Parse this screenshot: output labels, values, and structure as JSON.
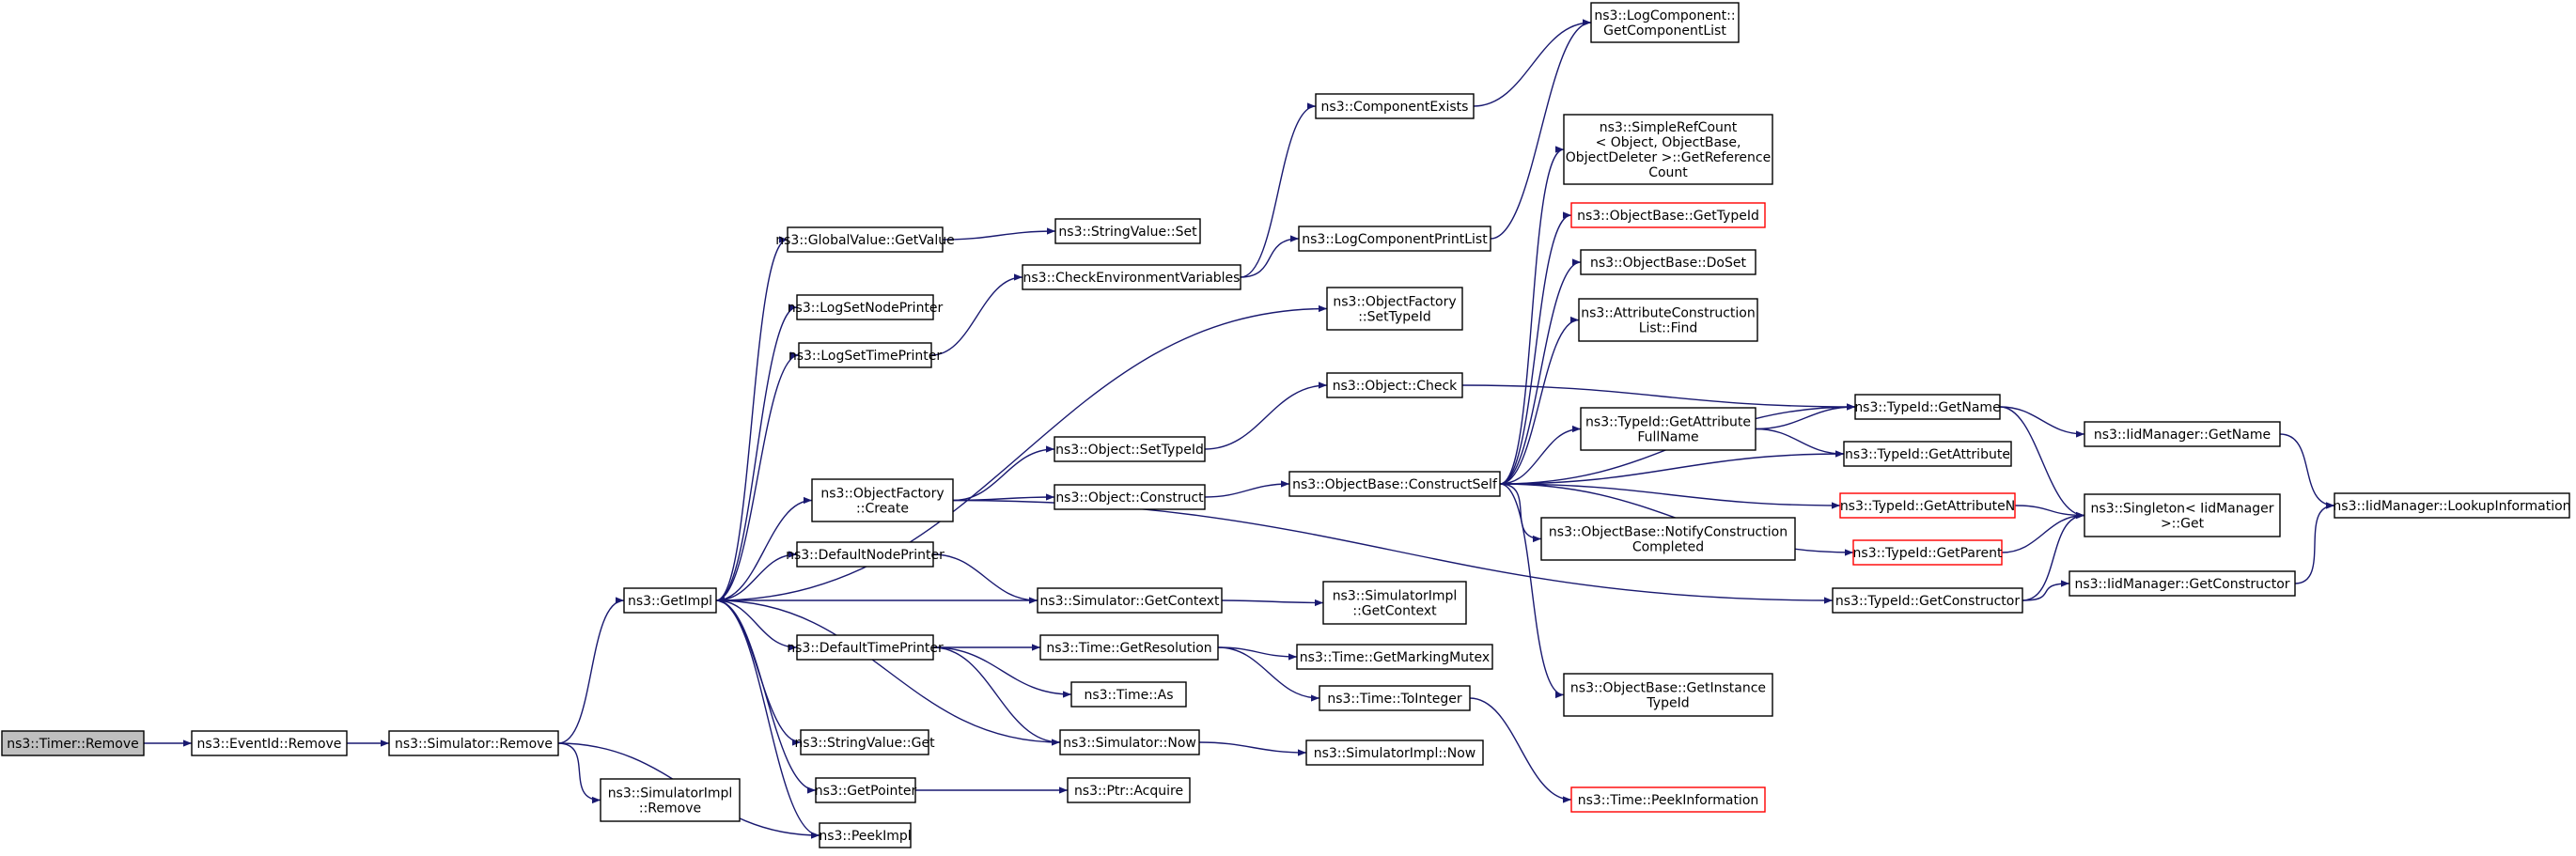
{
  "title": "",
  "colors": {
    "edge": "#191970",
    "node_border": "#000000",
    "truncated_border": "#ff0000",
    "root_fill": "#bfbfbf",
    "background": "#ffffff"
  },
  "nodes": {
    "timer_remove": {
      "lines": [
        "ns3::Timer::Remove"
      ],
      "style": "root"
    },
    "eventid_remove": {
      "lines": [
        "ns3::EventId::Remove"
      ]
    },
    "simulator_remove": {
      "lines": [
        "ns3::Simulator::Remove"
      ]
    },
    "getimpl": {
      "lines": [
        "ns3::GetImpl"
      ]
    },
    "simulatorimpl_remove": {
      "lines": [
        "ns3::SimulatorImpl",
        "::Remove"
      ]
    },
    "peekimpl": {
      "lines": [
        "ns3::PeekImpl"
      ]
    },
    "globalvalue_getvalue": {
      "lines": [
        "ns3::GlobalValue::GetValue"
      ]
    },
    "logsetnodeprinter": {
      "lines": [
        "ns3::LogSetNodePrinter"
      ]
    },
    "logsettimeprinter": {
      "lines": [
        "ns3::LogSetTimePrinter"
      ]
    },
    "objectfactory_create": {
      "lines": [
        "ns3::ObjectFactory",
        "::Create"
      ]
    },
    "defaultnodeprinter": {
      "lines": [
        "ns3::DefaultNodePrinter"
      ]
    },
    "defaulttimeprinter": {
      "lines": [
        "ns3::DefaultTimePrinter"
      ]
    },
    "stringvalue_get": {
      "lines": [
        "ns3::StringValue::Get"
      ]
    },
    "getpointer": {
      "lines": [
        "ns3::GetPointer"
      ]
    },
    "stringvalue_set": {
      "lines": [
        "ns3::StringValue::Set"
      ]
    },
    "checkenvvars": {
      "lines": [
        "ns3::CheckEnvironmentVariables"
      ]
    },
    "object_settypeid": {
      "lines": [
        "ns3::Object::SetTypeId"
      ]
    },
    "object_construct": {
      "lines": [
        "ns3::Object::Construct"
      ]
    },
    "simulator_getcontext": {
      "lines": [
        "ns3::Simulator::GetContext"
      ]
    },
    "time_getresolution": {
      "lines": [
        "ns3::Time::GetResolution"
      ]
    },
    "time_as": {
      "lines": [
        "ns3::Time::As"
      ]
    },
    "simulator_now": {
      "lines": [
        "ns3::Simulator::Now"
      ]
    },
    "ptr_acquire": {
      "lines": [
        "ns3::Ptr::Acquire"
      ]
    },
    "componentexists": {
      "lines": [
        "ns3::ComponentExists"
      ]
    },
    "logcomponentprintlist": {
      "lines": [
        "ns3::LogComponentPrintList"
      ]
    },
    "objectfactory_settypeid": {
      "lines": [
        "ns3::ObjectFactory",
        "::SetTypeId"
      ]
    },
    "object_check": {
      "lines": [
        "ns3::Object::Check"
      ]
    },
    "objectbase_constructself": {
      "lines": [
        "ns3::ObjectBase::ConstructSelf"
      ]
    },
    "simulatorimpl_getcontext": {
      "lines": [
        "ns3::SimulatorImpl",
        "::GetContext"
      ]
    },
    "time_getmarkingmutex": {
      "lines": [
        "ns3::Time::GetMarkingMutex"
      ]
    },
    "time_tointeger": {
      "lines": [
        "ns3::Time::ToInteger"
      ]
    },
    "simulatorimpl_now": {
      "lines": [
        "ns3::SimulatorImpl::Now"
      ]
    },
    "logcomponent_getcomponentlist": {
      "lines": [
        "ns3::LogComponent::",
        "GetComponentList"
      ]
    },
    "simplerefcount_getreferencecount": {
      "lines": [
        "ns3::SimpleRefCount",
        "< Object, ObjectBase,",
        "ObjectDeleter >::GetReference",
        "Count"
      ]
    },
    "objectbase_gettypeid": {
      "lines": [
        "ns3::ObjectBase::GetTypeId"
      ],
      "style": "red"
    },
    "objectbase_doset": {
      "lines": [
        "ns3::ObjectBase::DoSet"
      ]
    },
    "attributeconstructionlist_find": {
      "lines": [
        "ns3::AttributeConstruction",
        "List::Find"
      ]
    },
    "typeid_getattributefullname": {
      "lines": [
        "ns3::TypeId::GetAttribute",
        "FullName"
      ]
    },
    "objectbase_notifyconstructioncompleted": {
      "lines": [
        "ns3::ObjectBase::NotifyConstruction",
        "Completed"
      ]
    },
    "objectbase_getinstancetypeid": {
      "lines": [
        "ns3::ObjectBase::GetInstance",
        "TypeId"
      ]
    },
    "time_peekinformation": {
      "lines": [
        "ns3::Time::PeekInformation"
      ],
      "style": "red"
    },
    "typeid_getname": {
      "lines": [
        "ns3::TypeId::GetName"
      ]
    },
    "typeid_getattribute": {
      "lines": [
        "ns3::TypeId::GetAttribute"
      ]
    },
    "typeid_getattributen": {
      "lines": [
        "ns3::TypeId::GetAttributeN"
      ],
      "style": "red"
    },
    "typeid_getparent": {
      "lines": [
        "ns3::TypeId::GetParent"
      ],
      "style": "red"
    },
    "typeid_getconstructor": {
      "lines": [
        "ns3::TypeId::GetConstructor"
      ]
    },
    "iidmanager_getname": {
      "lines": [
        "ns3::IidManager::GetName"
      ]
    },
    "singleton_get": {
      "lines": [
        "ns3::Singleton< IidManager",
        ">::Get"
      ]
    },
    "iidmanager_getconstructor": {
      "lines": [
        "ns3::IidManager::GetConstructor"
      ]
    },
    "iidmanager_lookupinformation": {
      "lines": [
        "ns3::IidManager::LookupInformation"
      ]
    }
  },
  "edges": [
    [
      "timer_remove",
      "eventid_remove"
    ],
    [
      "eventid_remove",
      "simulator_remove"
    ],
    [
      "simulator_remove",
      "getimpl"
    ],
    [
      "simulator_remove",
      "simulatorimpl_remove"
    ],
    [
      "simulator_remove",
      "peekimpl"
    ],
    [
      "getimpl",
      "globalvalue_getvalue"
    ],
    [
      "getimpl",
      "logsetnodeprinter"
    ],
    [
      "getimpl",
      "logsettimeprinter"
    ],
    [
      "getimpl",
      "objectfactory_settypeid"
    ],
    [
      "getimpl",
      "objectfactory_create"
    ],
    [
      "getimpl",
      "defaultnodeprinter"
    ],
    [
      "getimpl",
      "defaulttimeprinter"
    ],
    [
      "getimpl",
      "stringvalue_get"
    ],
    [
      "getimpl",
      "getpointer"
    ],
    [
      "getimpl",
      "peekimpl"
    ],
    [
      "globalvalue_getvalue",
      "stringvalue_set"
    ],
    [
      "logsettimeprinter",
      "checkenvvars"
    ],
    [
      "checkenvvars",
      "componentexists"
    ],
    [
      "checkenvvars",
      "logcomponentprintlist"
    ],
    [
      "componentexists",
      "logcomponent_getcomponentlist"
    ],
    [
      "logcomponentprintlist",
      "logcomponent_getcomponentlist"
    ],
    [
      "objectfactory_create",
      "object_settypeid"
    ],
    [
      "objectfactory_create",
      "object_construct"
    ],
    [
      "objectfactory_create",
      "typeid_getconstructor"
    ],
    [
      "object_settypeid",
      "object_check"
    ],
    [
      "object_check",
      "typeid_getname"
    ],
    [
      "object_construct",
      "objectbase_constructself"
    ],
    [
      "defaultnodeprinter",
      "simulator_getcontext"
    ],
    [
      "simulator_getcontext",
      "getimpl"
    ],
    [
      "simulator_getcontext",
      "simulatorimpl_getcontext"
    ],
    [
      "defaulttimeprinter",
      "time_getresolution"
    ],
    [
      "defaulttimeprinter",
      "time_as"
    ],
    [
      "defaulttimeprinter",
      "simulator_now"
    ],
    [
      "simulator_now",
      "getimpl"
    ],
    [
      "simulator_now",
      "simulatorimpl_now"
    ],
    [
      "time_getresolution",
      "time_getmarkingmutex"
    ],
    [
      "time_getresolution",
      "time_tointeger"
    ],
    [
      "time_tointeger",
      "time_peekinformation"
    ],
    [
      "getpointer",
      "ptr_acquire"
    ],
    [
      "objectbase_constructself",
      "simplerefcount_getreferencecount"
    ],
    [
      "objectbase_constructself",
      "objectbase_gettypeid"
    ],
    [
      "objectbase_constructself",
      "objectbase_doset"
    ],
    [
      "objectbase_constructself",
      "attributeconstructionlist_find"
    ],
    [
      "objectbase_constructself",
      "typeid_getattributefullname"
    ],
    [
      "objectbase_constructself",
      "typeid_getname"
    ],
    [
      "objectbase_constructself",
      "typeid_getattribute"
    ],
    [
      "objectbase_constructself",
      "typeid_getattributen"
    ],
    [
      "objectbase_constructself",
      "typeid_getparent"
    ],
    [
      "objectbase_constructself",
      "objectbase_notifyconstructioncompleted"
    ],
    [
      "objectbase_constructself",
      "objectbase_getinstancetypeid"
    ],
    [
      "typeid_getattributefullname",
      "typeid_getname"
    ],
    [
      "typeid_getattributefullname",
      "typeid_getattribute"
    ],
    [
      "typeid_getname",
      "iidmanager_getname"
    ],
    [
      "typeid_getname",
      "singleton_get"
    ],
    [
      "typeid_getattributen",
      "singleton_get"
    ],
    [
      "typeid_getparent",
      "singleton_get"
    ],
    [
      "typeid_getconstructor",
      "singleton_get"
    ],
    [
      "typeid_getconstructor",
      "iidmanager_getconstructor"
    ],
    [
      "iidmanager_getname",
      "iidmanager_lookupinformation"
    ],
    [
      "iidmanager_getconstructor",
      "iidmanager_lookupinformation"
    ]
  ]
}
